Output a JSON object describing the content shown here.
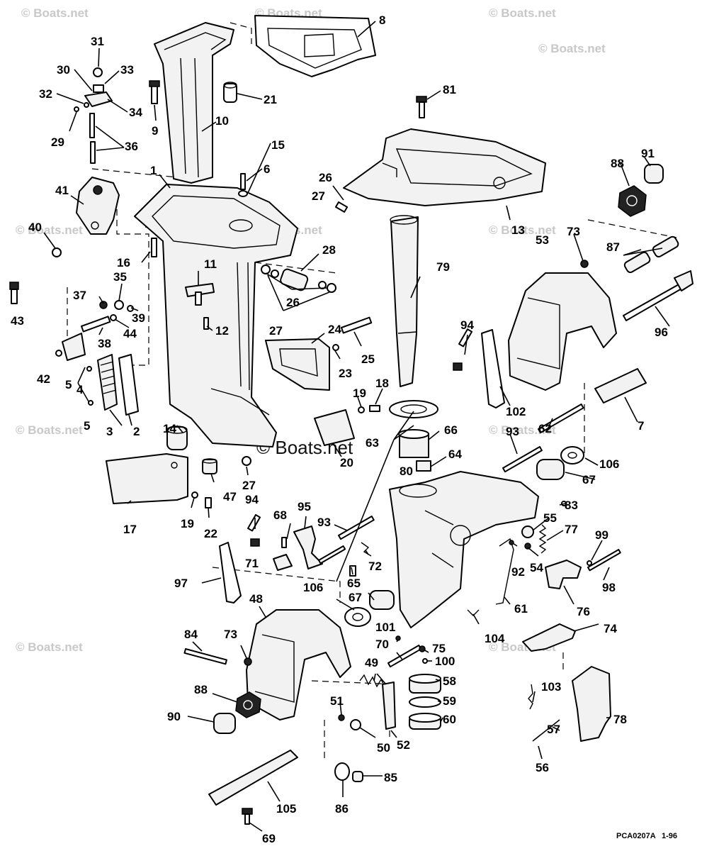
{
  "diagram_code": "PCA0207A",
  "diagram_date": "1-96",
  "watermark_text": "© Boats.net",
  "callouts": [
    "1",
    "2",
    "3",
    "4",
    "5",
    "6",
    "7",
    "8",
    "9",
    "10",
    "11",
    "12",
    "13",
    "14",
    "15",
    "16",
    "17",
    "18",
    "19",
    "20",
    "21",
    "22",
    "23",
    "24",
    "25",
    "26",
    "27",
    "28",
    "29",
    "30",
    "31",
    "32",
    "33",
    "34",
    "35",
    "36",
    "37",
    "38",
    "39",
    "40",
    "41",
    "42",
    "43",
    "44",
    "47",
    "48",
    "49",
    "50",
    "51",
    "52",
    "53",
    "54",
    "55",
    "56",
    "57",
    "58",
    "59",
    "60",
    "61",
    "62",
    "63",
    "64",
    "65",
    "66",
    "67",
    "68",
    "69",
    "70",
    "71",
    "72",
    "73",
    "74",
    "75",
    "76",
    "77",
    "78",
    "79",
    "80",
    "81",
    "83",
    "84",
    "85",
    "86",
    "87",
    "88",
    "90",
    "91",
    "92",
    "93",
    "94",
    "95",
    "96",
    "97",
    "98",
    "99",
    "100",
    "101",
    "102",
    "103",
    "104",
    "105",
    "106"
  ]
}
